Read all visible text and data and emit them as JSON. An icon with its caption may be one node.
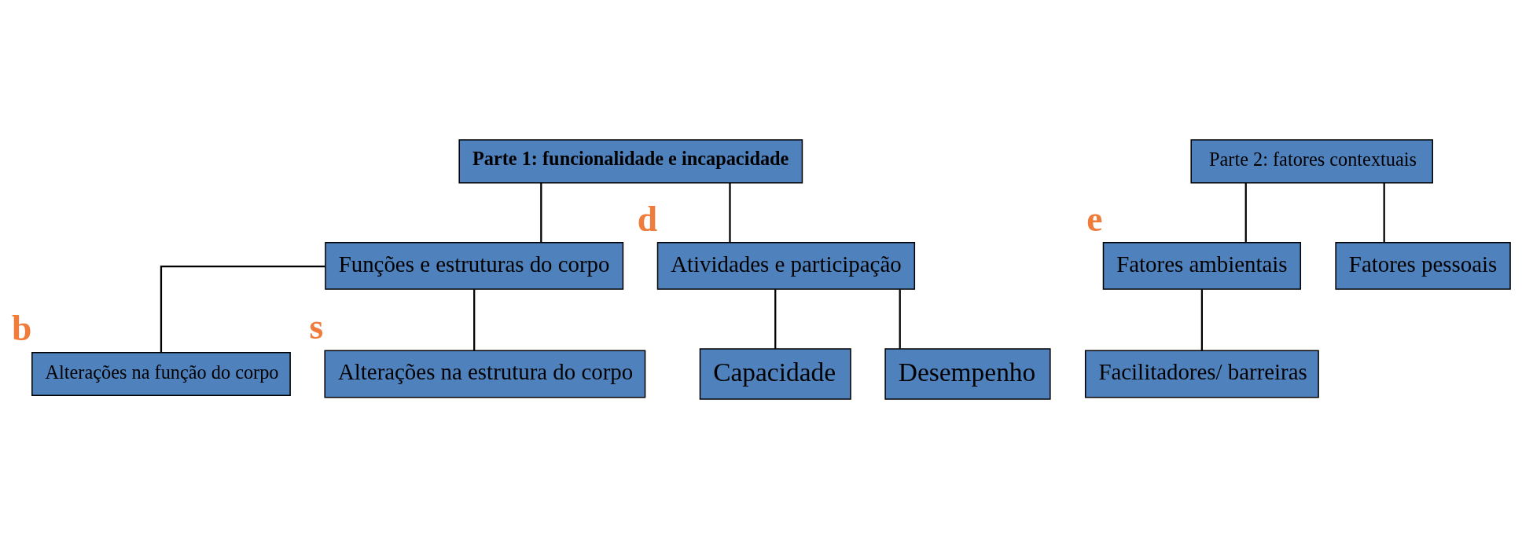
{
  "diagram": {
    "nodes": [
      {
        "text": [
          "Parte 1: funcionalidade e incapacidade"
        ]
      },
      {
        "text": [
          "Parte 2: fatores contextuais"
        ]
      },
      {
        "text": [
          "Funções e estruturas do corpo"
        ]
      },
      {
        "text": [
          "Atividades e participação"
        ],
        "beside": [
          "d"
        ]
      },
      {
        "text": [
          "Fatores ambientais"
        ],
        "beside": [
          "e"
        ]
      },
      {
        "text": [
          "Fatores pessoais"
        ]
      },
      {
        "text": [
          "Alterações na função do corpo"
        ],
        "beside": [
          "b"
        ]
      },
      {
        "text": [
          "Alterações na estrutura do corpo"
        ],
        "beside": [
          "s"
        ]
      },
      {
        "text": [
          "Capacidade"
        ]
      },
      {
        "text": [
          "Desempenho"
        ]
      },
      {
        "text": [
          "Facilitadores/ barreiras"
        ]
      }
    ],
    "edges": [
      {
        "from": 0,
        "to": 2,
        "arrow": "none"
      },
      {
        "from": 0,
        "to": 3,
        "arrow": "none"
      },
      {
        "from": 1,
        "to": 4,
        "arrow": "none"
      },
      {
        "from": 1,
        "to": 5,
        "arrow": "none"
      },
      {
        "from": 2,
        "to": 6,
        "arrow": "none"
      },
      {
        "from": 2,
        "to": 7,
        "arrow": "none"
      },
      {
        "from": 3,
        "to": 8,
        "arrow": "none"
      },
      {
        "from": 3,
        "to": 9,
        "arrow": "none"
      },
      {
        "from": 4,
        "to": 10,
        "arrow": "none"
      }
    ]
  }
}
